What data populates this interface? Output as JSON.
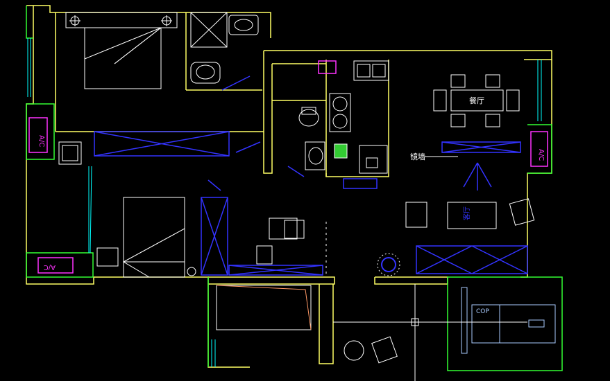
{
  "colors": {
    "background": "#000000",
    "wall": "#ffff66",
    "window": "#00ffff",
    "furniture": "#ffffff",
    "cabinet": "#3333ff",
    "ac": "#ff33ff",
    "outer_wall": "#33ff33",
    "label_text": "#ffffff"
  },
  "labels": {
    "dining": "餐厅",
    "living": "客厅",
    "feature_wall": "镜墙",
    "ac_top": "A/C",
    "ac_bottom": "A/C",
    "ac_right": "A/C",
    "cop": "COP"
  }
}
